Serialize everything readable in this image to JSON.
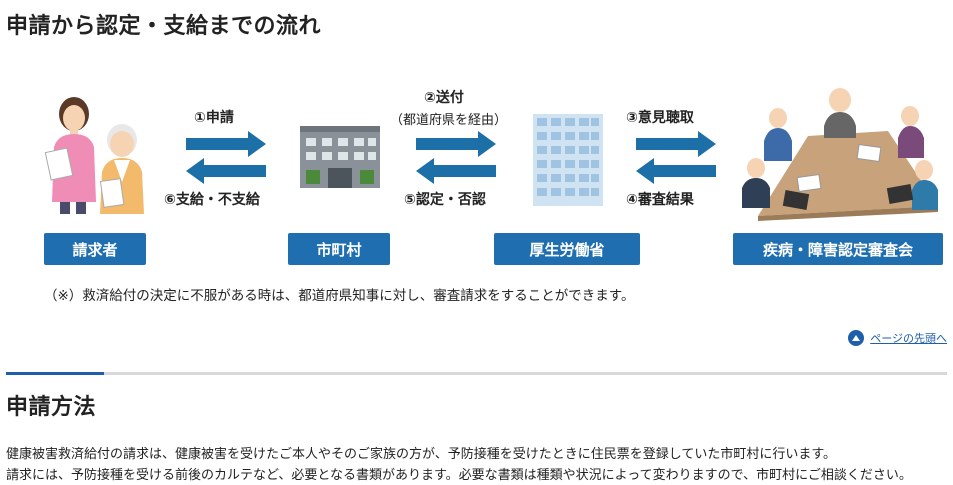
{
  "headings": {
    "flow_title": "申請から認定・支給までの流れ",
    "method_title": "申請方法"
  },
  "flow": {
    "boxes": {
      "applicant": "請求者",
      "municipality": "市町村",
      "ministry": "厚生労働省",
      "council": "疾病・障害認定審査会"
    },
    "steps": {
      "s1": "①申請",
      "s2": "②送付",
      "s2_sub": "（都道府県を経由）",
      "s3": "③意見聴取",
      "s4": "④審査結果",
      "s5": "⑤認定・否認",
      "s6": "⑥支給・不支給"
    },
    "note": "（※）救済給付の決定に不服がある時は、都道府県知事に対し、審査請求をすることができます。"
  },
  "page_top": {
    "label": "ページの先頭へ"
  },
  "body": {
    "p1": "健康被害救済給付の請求は、健康被害を受けたご本人やそのご家族の方が、予防接種を受けたときに住民票を登録していた市町村に行います。",
    "p2": "請求には、予防接種を受ける前後のカルテなど、必要となる書類があります。必要な書類は種類や状況によって変わりますので、市町村にご相談ください。"
  },
  "colors": {
    "accent": "#1f6eb0",
    "arrow": "#1d6fa8",
    "link": "#1f5ea8"
  }
}
